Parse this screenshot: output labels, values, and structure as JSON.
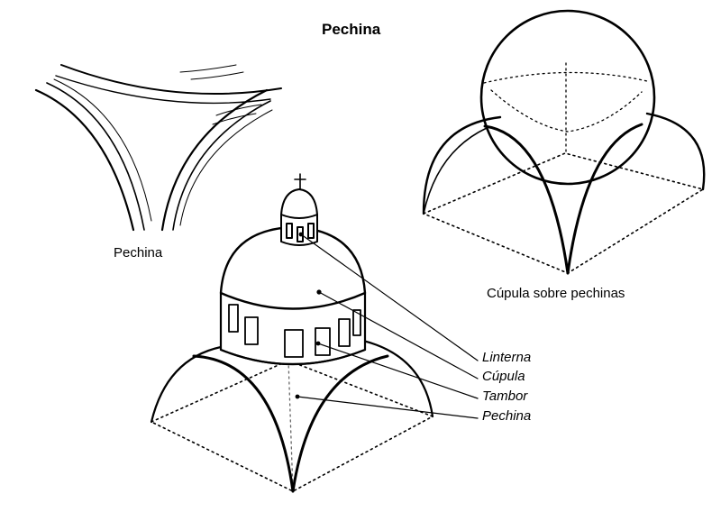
{
  "title": "Pechina",
  "labels": {
    "pendentive_caption": "Pechina",
    "dome_on_pendentives_caption": "Cúpula sobre pechinas"
  },
  "parts": [
    {
      "label": "Linterna"
    },
    {
      "label": "Cúpula"
    },
    {
      "label": "Tambor"
    },
    {
      "label": "Pechina"
    }
  ],
  "colors": {
    "ink": "#000000",
    "paper": "#ffffff"
  }
}
